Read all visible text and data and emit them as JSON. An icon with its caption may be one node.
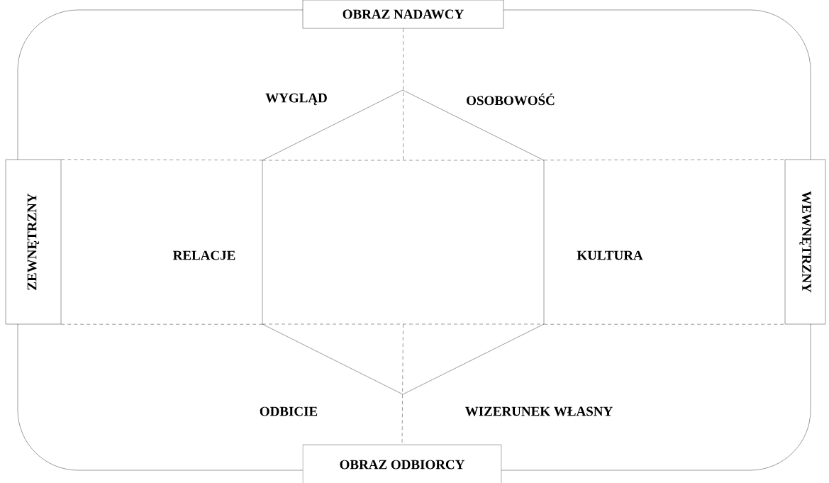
{
  "diagram": {
    "nodes": [
      {
        "text": [
          "OBRAZ NADAWCY"
        ]
      },
      {
        "text": [
          "ZEWNĘTRZNY"
        ]
      },
      {
        "text": [],
        "shape": "hexagon"
      },
      {
        "text": [
          "WEWNĘTRZNY"
        ]
      },
      {
        "text": [
          "OBRAZ ODBIORCY"
        ]
      }
    ],
    "edges": [
      {
        "from": 0,
        "to": 2,
        "arrow": "none",
        "style": "dashed"
      },
      {
        "from": 1,
        "to": 2,
        "arrow": "none",
        "style": "dashed"
      },
      {
        "from": 2,
        "to": 3,
        "arrow": "none",
        "style": "dashed"
      },
      {
        "from": 1,
        "to": 2,
        "arrow": "none",
        "style": "dashed"
      },
      {
        "from": 2,
        "to": 3,
        "arrow": "none",
        "style": "dashed"
      },
      {
        "from": 2,
        "to": 4,
        "arrow": "none",
        "style": "dashed"
      }
    ],
    "labels": [
      "WYGLĄD",
      "OSOBOWOŚĆ",
      "RELACJE",
      "KULTURA",
      "ODBICIE",
      "WIZERUNEK WŁASNY"
    ]
  }
}
